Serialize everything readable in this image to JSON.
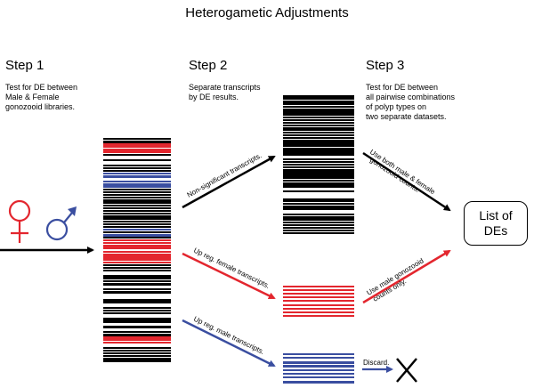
{
  "title": "Heterogametic Adjustments",
  "steps": [
    {
      "label": "Step 1",
      "desc": [
        "Test for DE between",
        "Male & Female",
        "gonozooid libraries."
      ]
    },
    {
      "label": "Step 2",
      "desc": [
        "Separate transcripts",
        "by DE results."
      ]
    },
    {
      "label": "Step 3",
      "desc": [
        "Test for DE between",
        "all pairwise combinations",
        "of polyp types on",
        "two separate datasets."
      ]
    }
  ],
  "arrows": {
    "non_significant": "Non-significant transcripts.",
    "up_female": "Up reg. female transcripts.",
    "up_male": "Up reg. male transcripts.",
    "both": [
      "Use both male & female",
      "gonozooid counts."
    ],
    "male_only": [
      "Use male gonozooid",
      "counts only."
    ],
    "discard": "Discard."
  },
  "result": [
    "List of",
    "DEs"
  ],
  "colors": {
    "black": "#000000",
    "red": "#e3262e",
    "blue": "#3a4ea0"
  },
  "icons": [
    "female-symbol-icon",
    "male-symbol-icon",
    "x-mark-icon"
  ]
}
